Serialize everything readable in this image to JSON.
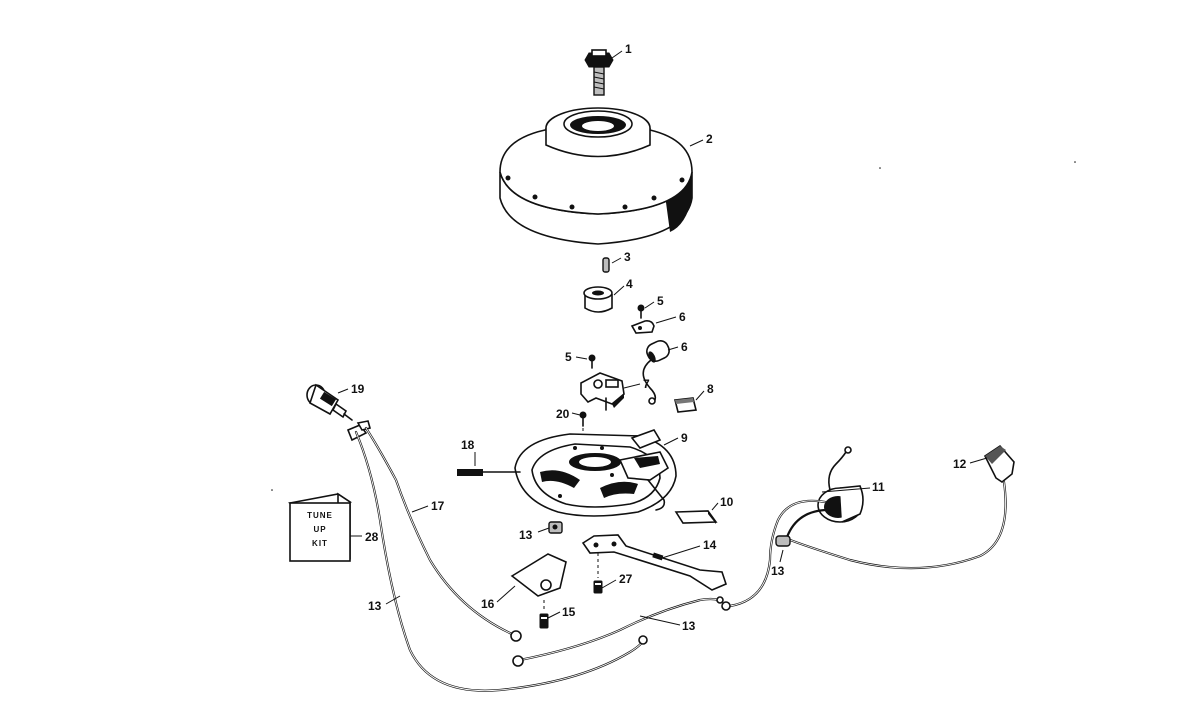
{
  "callouts": {
    "c1": "1",
    "c2": "2",
    "c3": "3",
    "c4": "4",
    "c5a": "5",
    "c5b": "5",
    "c6a": "6",
    "c6b": "6",
    "c7": "7",
    "c8": "8",
    "c9": "9",
    "c10": "10",
    "c11": "11",
    "c12": "12",
    "c13a": "13",
    "c13b": "13",
    "c13c": "13",
    "c13d": "13",
    "c14": "14",
    "c15": "15",
    "c16": "16",
    "c17": "17",
    "c18": "18",
    "c19": "19",
    "c20": "20",
    "c27": "27",
    "c28": "28"
  },
  "tune_up_kit": {
    "line1": "TUNE",
    "line2": "UP",
    "line3": "KIT"
  }
}
